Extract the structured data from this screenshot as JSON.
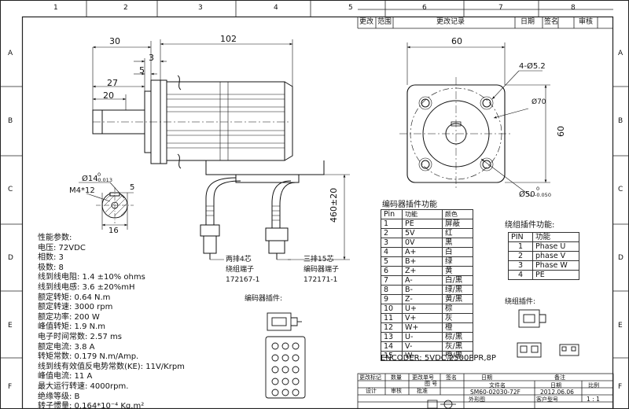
{
  "frame": {
    "columns": [
      "1",
      "2",
      "3",
      "4",
      "5",
      "6",
      "7",
      "8"
    ],
    "rows": [
      "A",
      "B",
      "C",
      "D",
      "E",
      "F"
    ]
  },
  "revision_header": {
    "cells": [
      "更改",
      "范围",
      "更改记录",
      "日期",
      "签名",
      "审核"
    ]
  },
  "dimensions": {
    "d30": "30",
    "d102": "102",
    "d3": "3",
    "d5": "5",
    "d27": "27",
    "d20": "20",
    "d60_top": "60",
    "hole_spec": "4-Ø5.2",
    "d70": "Ø70",
    "d60_side": "60",
    "shaft_dia": "Ø14",
    "shaft_tol_up": "0",
    "shaft_tol_dn": "-0.013",
    "thread": "M4*12",
    "key_5": "5",
    "key_16": "16",
    "pilot_dia": "Ø50",
    "pilot_tol_up": "0",
    "pilot_tol_dn": "-0.050",
    "lead_len": "460±20"
  },
  "connector_notes": {
    "winding": [
      "两排4芯",
      "绕组端子",
      "172167-1"
    ],
    "encoder": [
      "三排15芯",
      "编码器端子",
      "172171-1"
    ],
    "encoder_plug_title": "编码器插件:",
    "winding_plug_title": "绕组插件:"
  },
  "performance": {
    "title": "性能参数:",
    "lines": [
      "电压:  72VDC",
      "相数: 3",
      "极数: 8",
      "线到线电阻: 1.4 ±10% ohms",
      "线到线电感:  3.6  ±20%mH",
      "额定转矩: 0.64 N.m",
      "额定转速: 3000 rpm",
      "额定功率:  200  W",
      "峰值转矩: 1.9 N.m",
      "电子时间常数: 2.57 ms",
      "额定电流: 3.8 A",
      "转矩常数: 0.179  N.m/Amp.",
      "线到线有效值反电势常数(KE): 11V/Krpm",
      "峰值电流:  11 A",
      "最大运行转速: 4000rpm.",
      "绝缘等级: B",
      "转子惯量: 0.164*10⁻⁴ Kg.m²"
    ]
  },
  "encoder_table": {
    "title": "编码器插件功能",
    "headers": [
      "Pin",
      "功能",
      "颜色"
    ],
    "rows": [
      [
        "1",
        "PE",
        "屏蔽"
      ],
      [
        "2",
        "5V",
        "红"
      ],
      [
        "3",
        "0V",
        "黑"
      ],
      [
        "4",
        "A+",
        "白"
      ],
      [
        "5",
        "B+",
        "绿"
      ],
      [
        "6",
        "Z+",
        "黄"
      ],
      [
        "7",
        "A-",
        "白/黑"
      ],
      [
        "8",
        "B-",
        "绿/黑"
      ],
      [
        "9",
        "Z-",
        "黄/黑"
      ],
      [
        "10",
        "U+",
        "棕"
      ],
      [
        "11",
        "V+",
        "灰"
      ],
      [
        "12",
        "W+",
        "橙"
      ],
      [
        "13",
        "U-",
        "棕/黑"
      ],
      [
        "14",
        "V-",
        "灰/黑"
      ],
      [
        "15",
        "W-",
        "橙/黑"
      ]
    ],
    "footer": "ENCODER: 5VDC,2500PPR,8P"
  },
  "winding_table": {
    "title": "绕组插件功能:",
    "headers": [
      "PIN",
      "功能"
    ],
    "rows": [
      [
        "1",
        "Phase U"
      ],
      [
        "2",
        "phase  V"
      ],
      [
        "3",
        "Phase W"
      ],
      [
        "4",
        "PE"
      ]
    ]
  },
  "title_block": {
    "row1": [
      "更改标记",
      "数量",
      "更改单号",
      "签名",
      "日期",
      "备注"
    ],
    "row2": [
      "设计",
      "审核",
      "批准",
      "文件名",
      "日期",
      "比例"
    ],
    "file_name": "SM60-02030-72F",
    "date": "2012.06.06",
    "scale": "1 : 1",
    "label_drawing": "图  号",
    "label_outline": "外形图",
    "label_customer": "客户型号"
  }
}
